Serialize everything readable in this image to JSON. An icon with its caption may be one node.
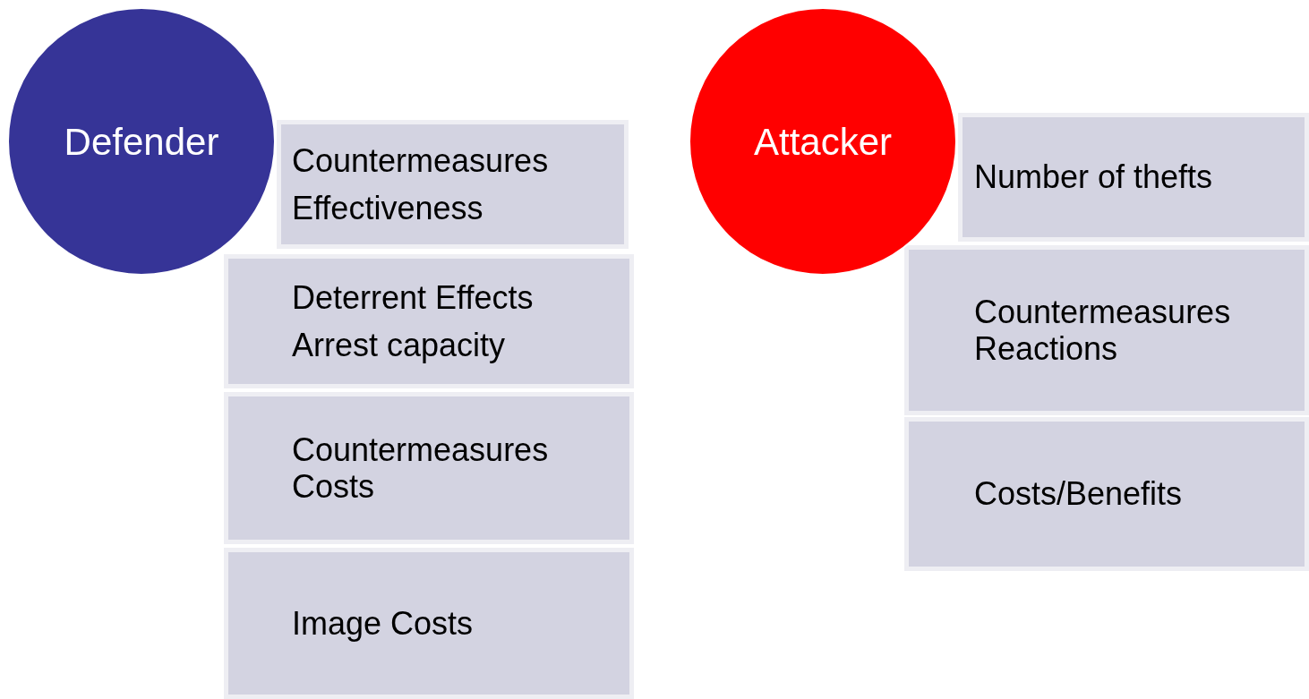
{
  "diagram": {
    "nodes": [
      {
        "text": [
          "Defender"
        ]
      },
      {
        "text": [
          "Countermeasures",
          "Effectiveness"
        ]
      },
      {
        "text": [
          "Deterrent Effects",
          "Arrest capacity"
        ]
      },
      {
        "text": [
          "Countermeasures Costs"
        ]
      },
      {
        "text": [
          "Image Costs"
        ]
      },
      {
        "text": [
          "Attacker"
        ]
      },
      {
        "text": [
          "Number of thefts"
        ]
      },
      {
        "text": [
          "Countermeasures Reactions"
        ]
      },
      {
        "text": [
          "Costs/Benefits"
        ]
      }
    ]
  }
}
